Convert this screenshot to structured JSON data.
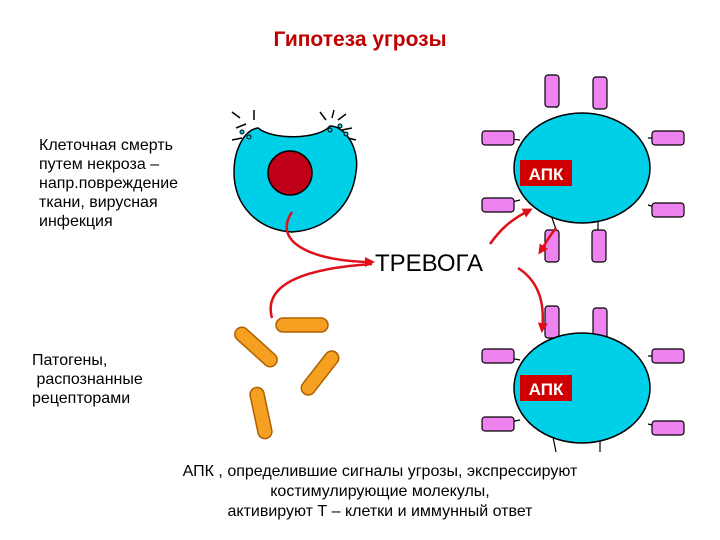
{
  "title": "Гипотеза угрозы",
  "necrosis_text": [
    "Клеточная смерть",
    "путем некроза –",
    "напр.повреждение",
    "ткани, вирусная",
    "инфекция"
  ],
  "pathogen_text": [
    "Патогены,",
    " распознанные",
    "рецепторами"
  ],
  "apc_label_top": "АПК",
  "apc_label_bottom": "АПК",
  "alarm_label": "ТРЕВОГА",
  "caption": [
    "АПК , определившие сигналы угрозы, экспрессируют",
    "костимулирующие молекулы,",
    "активируют Т – клетки и иммунный ответ"
  ],
  "colors": {
    "title": "#c00000",
    "cell": "#00cfe8",
    "nucleus": "#c00018",
    "receptor": "#ee82ee",
    "bacteria": "#f5a020",
    "apc_label_bg": "#d00000",
    "arrow": "#e0101a"
  }
}
